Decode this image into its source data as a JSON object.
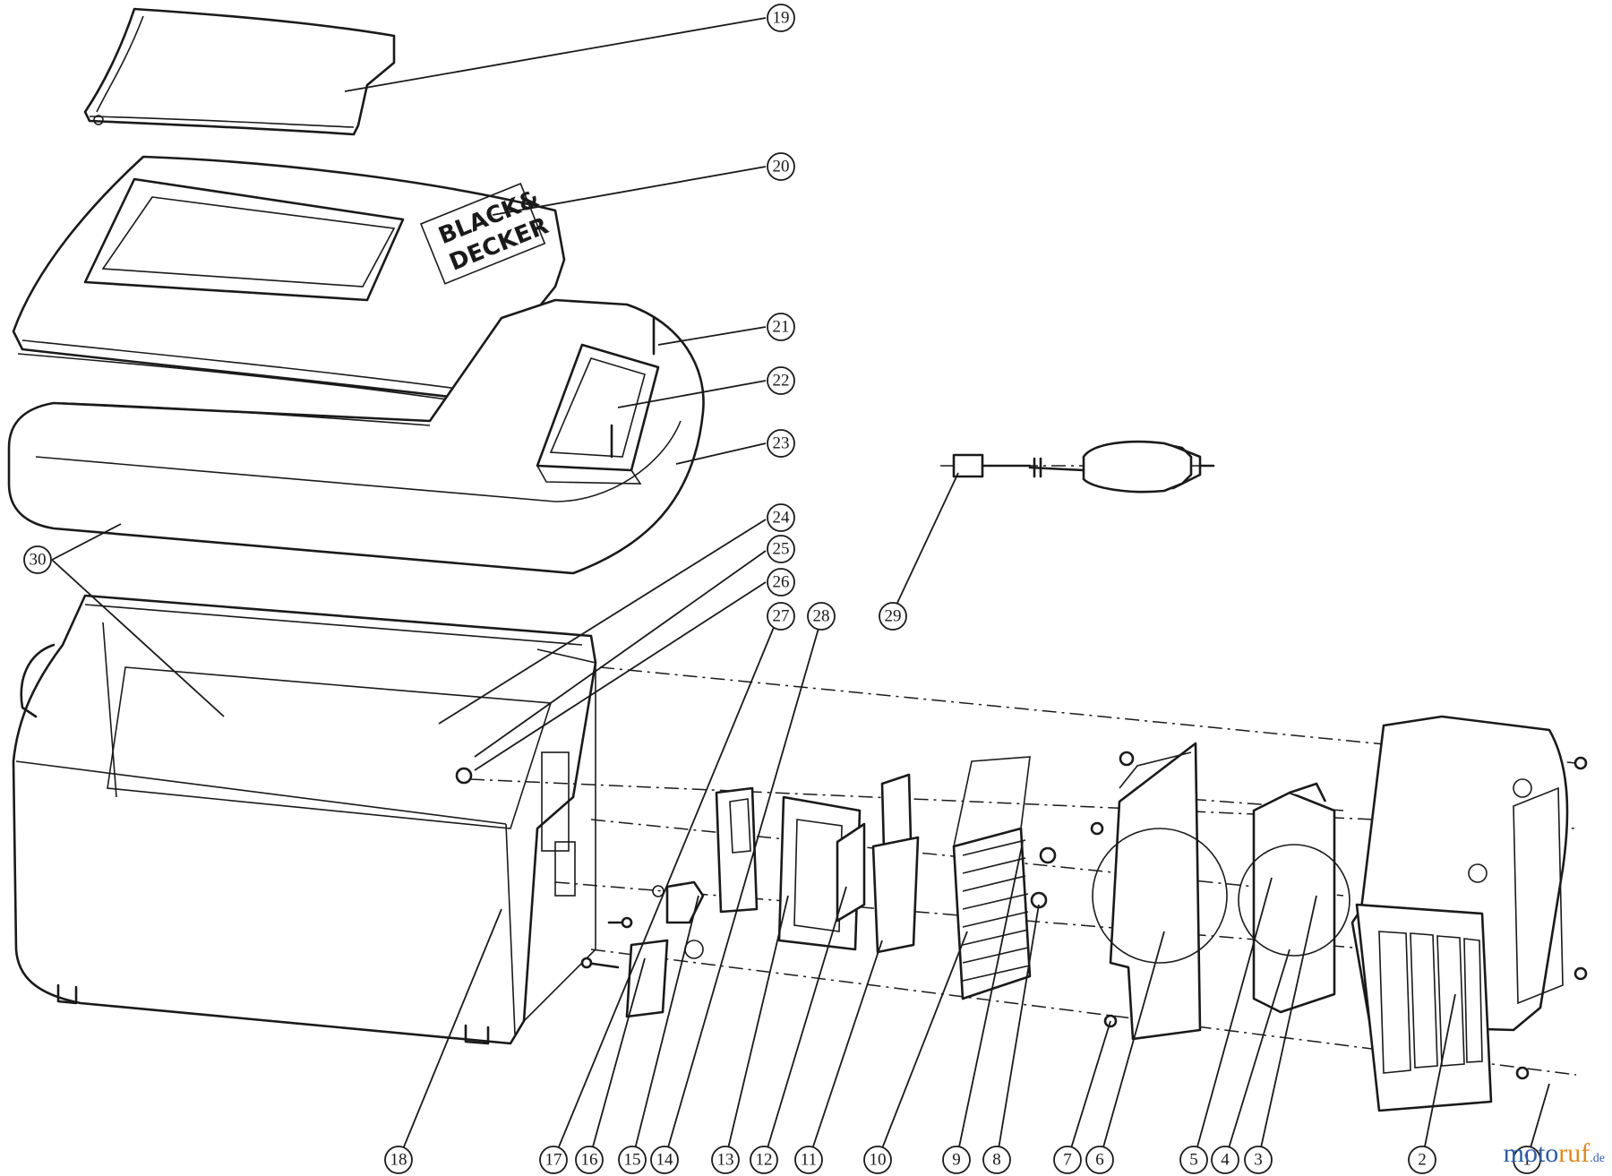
{
  "brand": {
    "line1": "BLACK&",
    "line2": "DECKER"
  },
  "watermark": {
    "part1": "moto",
    "part2": "ruf",
    "part3": ".de"
  },
  "callouts": [
    "1",
    "2",
    "3",
    "4",
    "5",
    "6",
    "7",
    "8",
    "9",
    "10",
    "11",
    "12",
    "13",
    "14",
    "15",
    "16",
    "17",
    "18",
    "19",
    "20",
    "21",
    "22",
    "23",
    "24",
    "25",
    "26",
    "27",
    "28",
    "29",
    "30"
  ],
  "colors": {
    "line": "#1a1a1a",
    "background": "#ffffff",
    "watermark_blue": "#2f5da8",
    "watermark_orange": "#e08a1e"
  }
}
